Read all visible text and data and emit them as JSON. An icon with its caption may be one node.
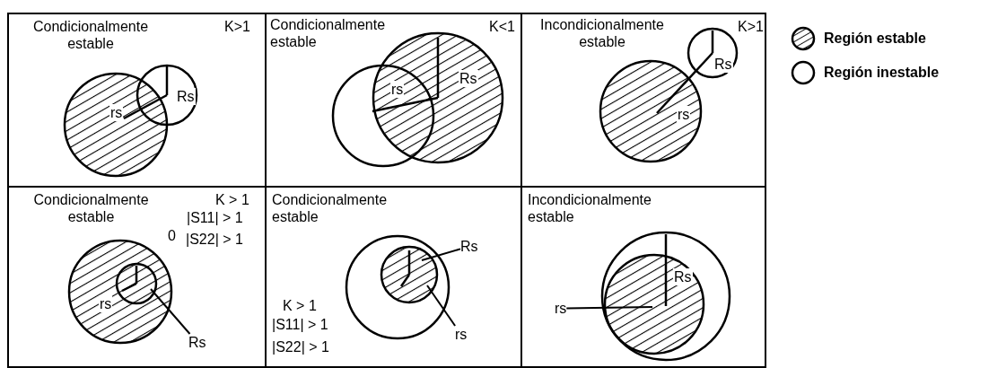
{
  "diagram": {
    "nodes": [
      {
        "text": [
          "Condicionalmente estable",
          "K>1",
          "rs",
          "Rs"
        ]
      },
      {
        "text": [
          "Condicionalmente estable",
          "K<1",
          "rs",
          "Rs"
        ]
      },
      {
        "text": [
          "Incondicionalmente estable",
          "K>1",
          "Rs",
          "rs"
        ]
      },
      {
        "text": [
          "Condicionalmente estable",
          "K > 1",
          "|S11| > 1",
          "0",
          "|S22| > 1",
          "rs"
        ]
      },
      {
        "text": [
          "Rs"
        ],
        "in": 3
      },
      {
        "text": [
          "Condicionalmente estable",
          "K > 1",
          "|S11| > 1",
          "|S22| > 1"
        ]
      },
      {
        "text": [
          "Rs"
        ],
        "in": 5
      },
      {
        "text": [
          "rs"
        ],
        "in": 5
      },
      {
        "text": [
          "Incondicionalmente estable",
          "Rs"
        ]
      },
      {
        "text": [
          "rs"
        ],
        "in": 8
      }
    ],
    "edges": [
      {
        "from": 4,
        "to": null,
        "arrow": "none"
      },
      {
        "from": 6,
        "to": null,
        "arrow": "none"
      },
      {
        "from": 7,
        "to": null,
        "arrow": "none"
      },
      {
        "from": 9,
        "to": null,
        "arrow": "none"
      }
    ],
    "legend": [
      {
        "text": "Región estable"
      },
      {
        "text": "Región inestable"
      }
    ]
  }
}
